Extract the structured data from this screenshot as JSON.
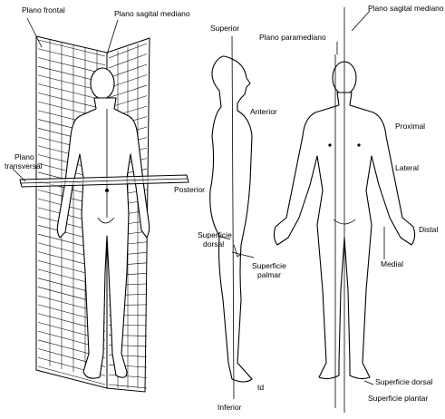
{
  "labels": {
    "plano_frontal": "Plano frontal",
    "plano_sagital_mediano_1": "Plano sagital mediano",
    "plano_transversal_1": "Plano",
    "plano_transversal_2": "transversal",
    "posterior": "Posterior",
    "superior": "Superior",
    "anterior": "Anterior",
    "superficie_dorsal_1": "Superficie",
    "superficie_dorsal_2": "dorsal",
    "superficie_palmar_1": "Superficie",
    "superficie_palmar_2": "palmar",
    "inferior": "Inferior",
    "td": "td",
    "plano_sagital_mediano_2": "Plano sagital mediano",
    "plano_paramediano": "Plano paramediano",
    "proximal": "Proximal",
    "lateral": "Lateral",
    "distal": "Distal",
    "medial": "Medial",
    "superficie_dorsal_pie": "Superficie dorsal",
    "superficie_plantar": "Superficie plantar"
  }
}
